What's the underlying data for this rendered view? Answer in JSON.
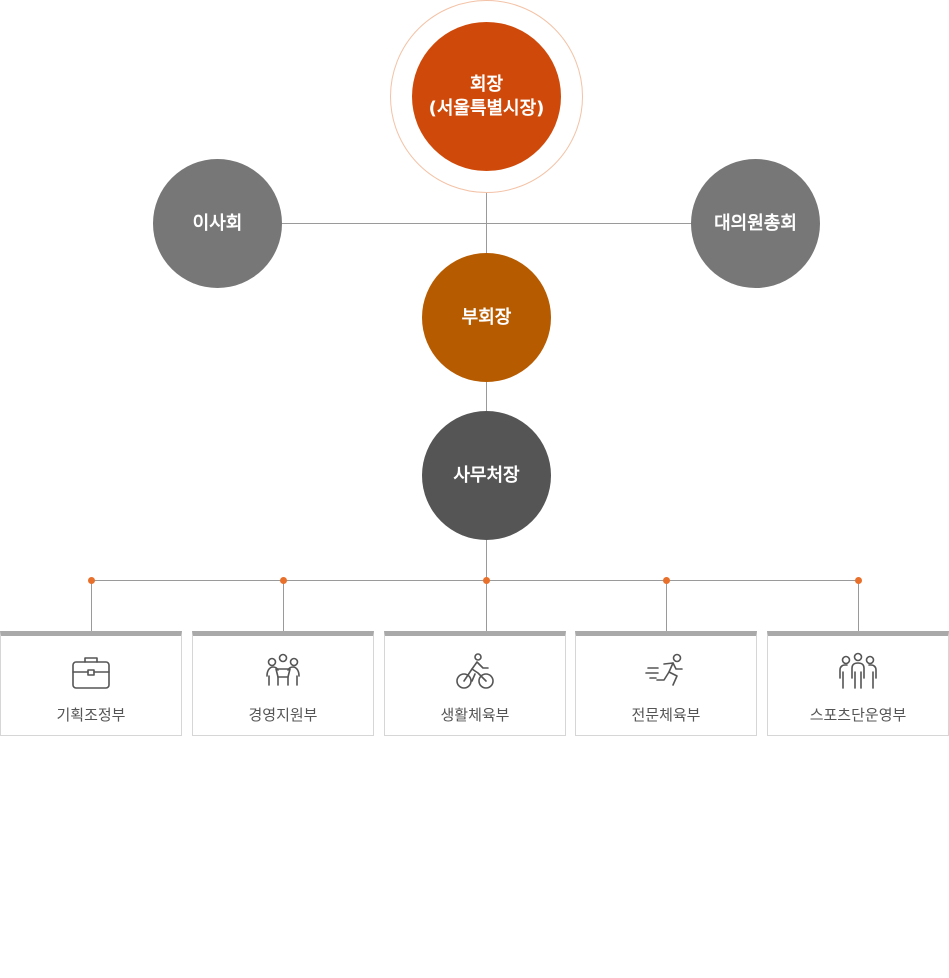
{
  "org": {
    "chair": {
      "line1": "회장",
      "line2": "(서울특별시장)"
    },
    "board": "이사회",
    "assembly": "대의원총회",
    "vice_chair": "부회장",
    "secretary_general": "사무처장"
  },
  "departments": [
    {
      "label": "기획조정부",
      "icon": "briefcase-icon"
    },
    {
      "label": "경영지원부",
      "icon": "meeting-icon"
    },
    {
      "label": "생활체육부",
      "icon": "cyclist-icon"
    },
    {
      "label": "전문체육부",
      "icon": "runner-icon"
    },
    {
      "label": "스포츠단운영부",
      "icon": "team-icon"
    }
  ],
  "colors": {
    "chair": "#cf4a0a",
    "vice_chair": "#b65b00",
    "board": "#777777",
    "secretary_general": "#555555",
    "connector_dot": "#e8702a"
  }
}
